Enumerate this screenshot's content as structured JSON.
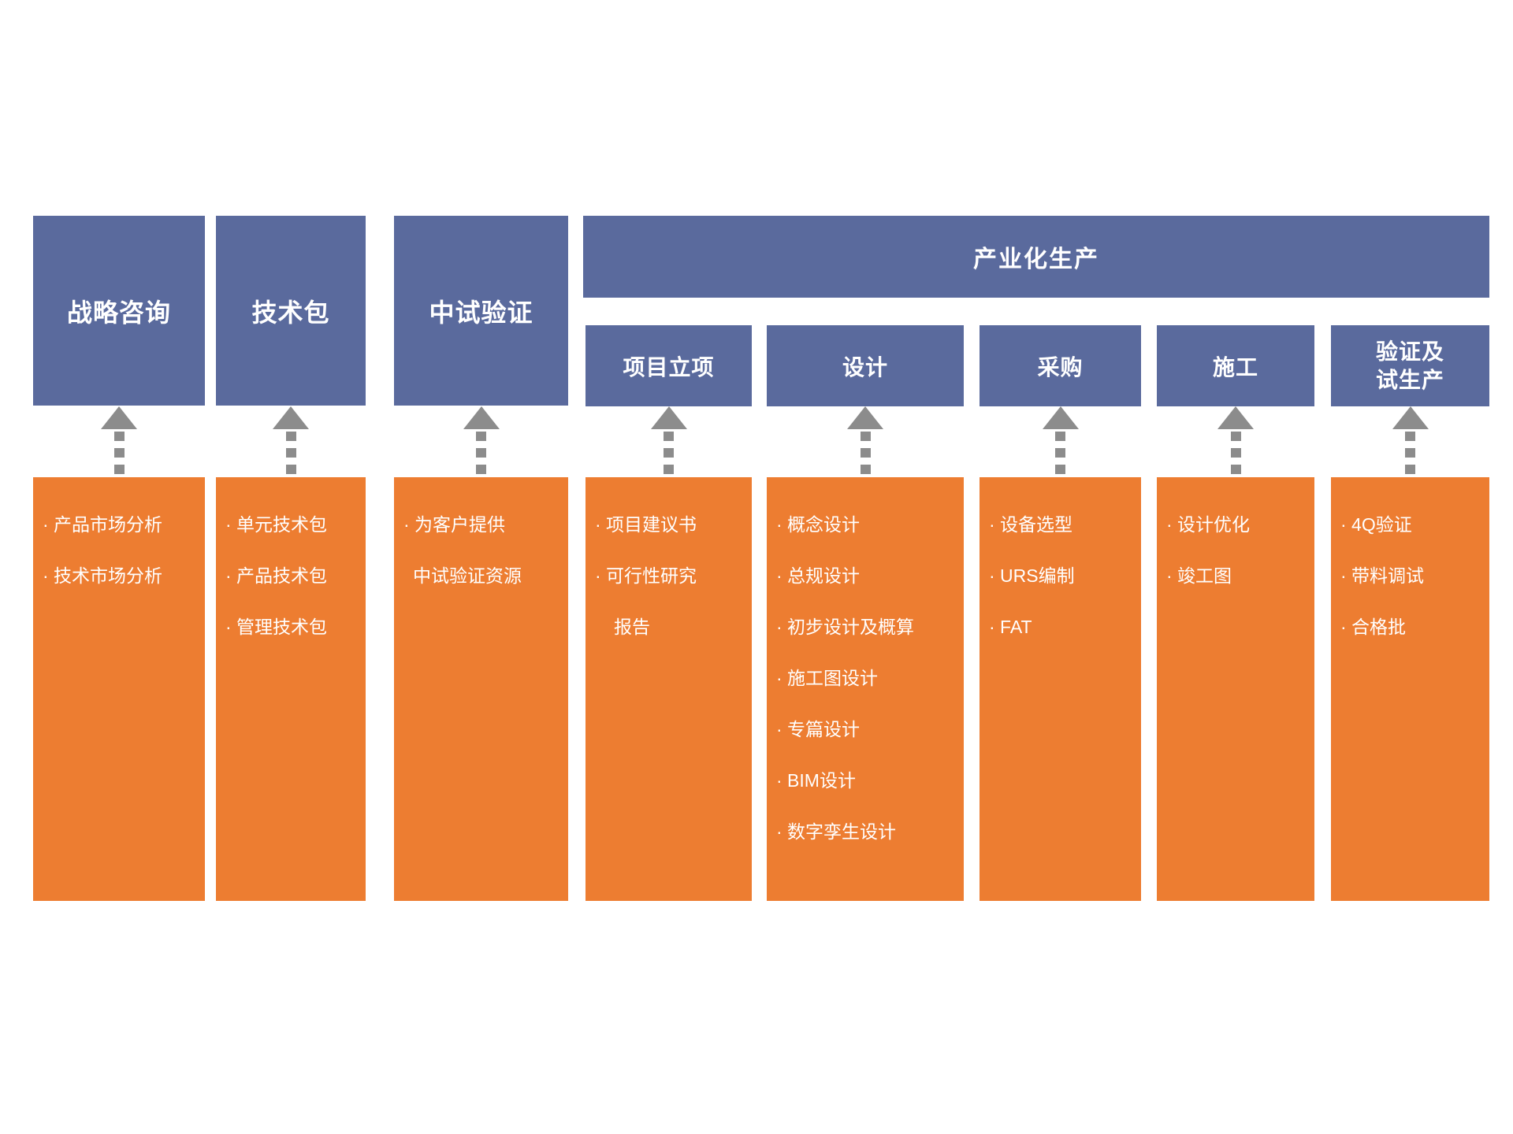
{
  "colors": {
    "header_blue": "#5a6a9d",
    "column_orange": "#ed7d31",
    "arrow_gray": "#8c8c8c",
    "text_white": "#ffffff",
    "background": "#ffffff"
  },
  "top_banner": {
    "label": "产业化生产"
  },
  "stages": [
    {
      "header": "战略咨询",
      "items": [
        {
          "text": "· 产品市场分析"
        },
        {
          "text": "· 技术市场分析"
        }
      ]
    },
    {
      "header": "技术包",
      "items": [
        {
          "text": "· 单元技术包"
        },
        {
          "text": "· 产品技术包"
        },
        {
          "text": "· 管理技术包"
        }
      ]
    },
    {
      "header": "中试验证",
      "items": [
        {
          "text": "· 为客户提供"
        },
        {
          "text": "中试验证资源"
        }
      ]
    },
    {
      "header": "项目立项",
      "items": [
        {
          "text": "· 项目建议书"
        },
        {
          "text": "· 可行性研究"
        },
        {
          "text": "报告"
        }
      ]
    },
    {
      "header": "设计",
      "items": [
        {
          "text": "· 概念设计"
        },
        {
          "text": "· 总规设计"
        },
        {
          "text": "· 初步设计及概算"
        },
        {
          "text": "· 施工图设计"
        },
        {
          "text": "· 专篇设计"
        },
        {
          "text": "· BIM设计"
        },
        {
          "text": "· 数字孪生设计"
        }
      ]
    },
    {
      "header": "采购",
      "items": [
        {
          "text": "· 设备选型"
        },
        {
          "text": "· URS编制"
        },
        {
          "text": "· FAT"
        }
      ]
    },
    {
      "header": "施工",
      "items": [
        {
          "text": "· 设计优化"
        },
        {
          "text": "· 竣工图"
        }
      ]
    },
    {
      "header_lines": [
        "验证及",
        "试生产"
      ],
      "items": [
        {
          "text": "· 4Q验证"
        },
        {
          "text": "· 带料调试"
        },
        {
          "text": "· 合格批"
        }
      ]
    }
  ]
}
